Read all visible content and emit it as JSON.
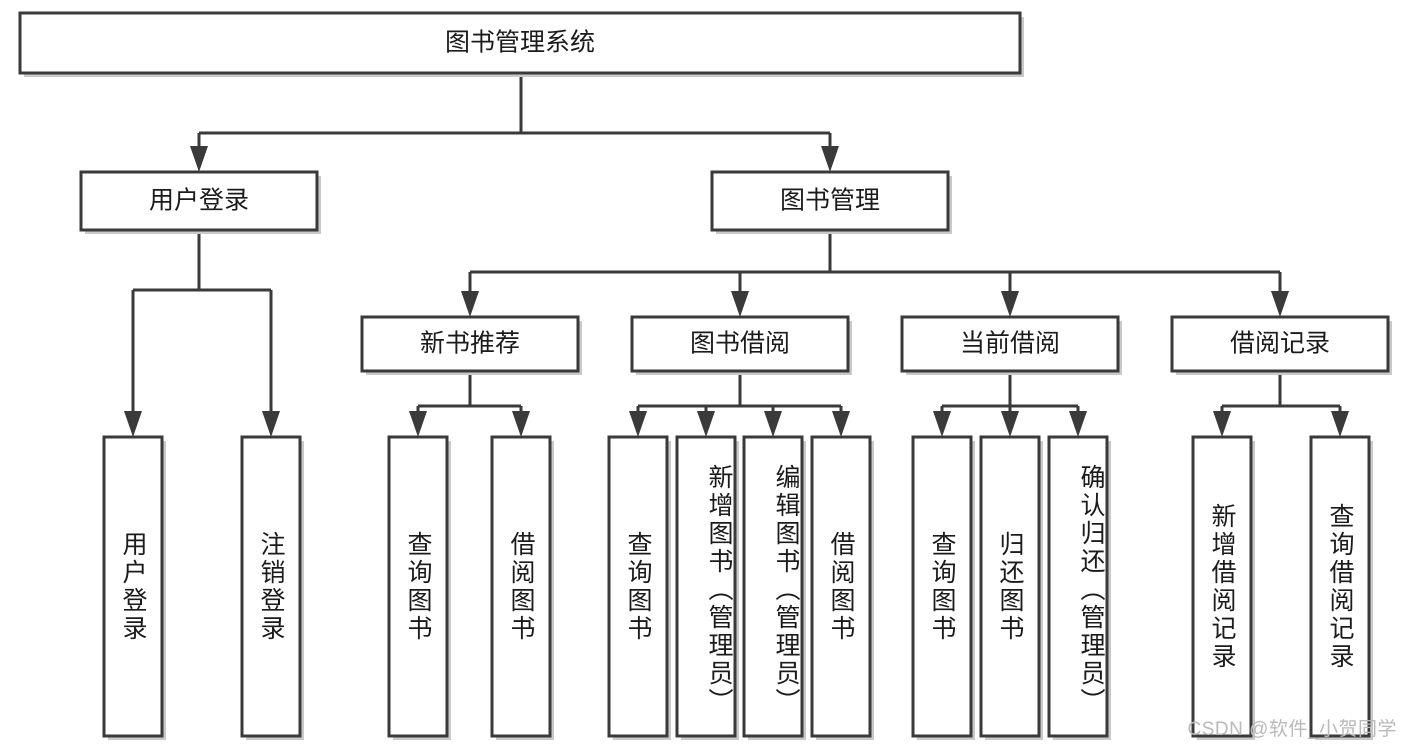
{
  "diagram": {
    "title": "图书管理系统",
    "type": "tree-hierarchy-diagram",
    "colors": {
      "stroke": "#3a3a3a",
      "fill": "#ffffff",
      "text": "#1b1b1b",
      "watermark": "#b9b9b9",
      "background": "#ffffff"
    },
    "root": {
      "label": "图书管理系统"
    },
    "level2": [
      {
        "label": "用户登录"
      },
      {
        "label": "图书管理"
      }
    ],
    "level3": [
      {
        "label": "新书推荐"
      },
      {
        "label": "图书借阅"
      },
      {
        "label": "当前借阅"
      },
      {
        "label": "借阅记录"
      }
    ],
    "leaves": {
      "user_login": [
        {
          "label": "用户登录"
        },
        {
          "label": "注销登录"
        }
      ],
      "new_book_recommend": [
        {
          "label": "查询图书"
        },
        {
          "label": "借阅图书"
        }
      ],
      "book_borrow": [
        {
          "label": "查询图书"
        },
        {
          "label": "新增图书（管理员）"
        },
        {
          "label": "编辑图书（管理员）"
        },
        {
          "label": "借阅图书"
        }
      ],
      "current_borrow": [
        {
          "label": "查询图书"
        },
        {
          "label": "归还图书"
        },
        {
          "label": "确认归还（管理员）"
        }
      ],
      "borrow_record": [
        {
          "label": "新增借阅记录"
        },
        {
          "label": "查询借阅记录"
        }
      ]
    }
  },
  "watermark": {
    "text": "CSDN @软件_小贺同学"
  }
}
